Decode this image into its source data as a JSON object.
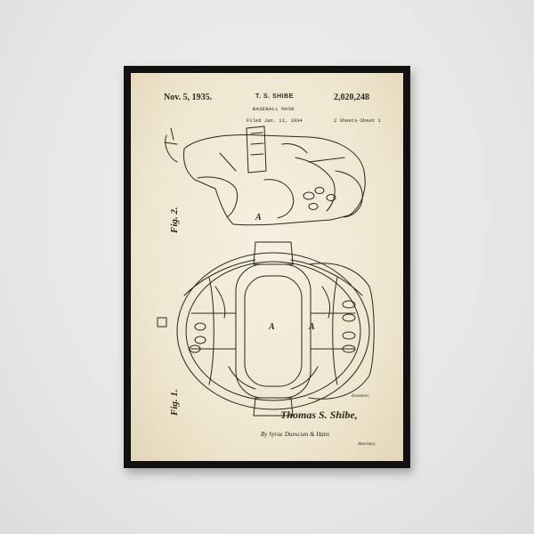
{
  "patent": {
    "date": "Nov. 5, 1935.",
    "inventor": "T. S. SHIBE",
    "number": "2,020,248",
    "title": "BASEBALL MASK",
    "filed": "Filed Jan. 11, 1934",
    "sheets": "2 Sheets-Sheet 1",
    "inventor_label": "Inventor;",
    "signature": "Thomas S. Shibe,",
    "by_line": "By",
    "attorney_signature": "Syrac Dunscum & Hans",
    "attorneys_label": "Attorneys."
  },
  "figures": {
    "fig2": "Fig. 2.",
    "fig1": "Fig. 1.",
    "letter_a": "A"
  },
  "colors": {
    "wall": "#e8e7e5",
    "frame": "#111111",
    "paper": "#f2ead6",
    "ink": "#2a2620"
  }
}
